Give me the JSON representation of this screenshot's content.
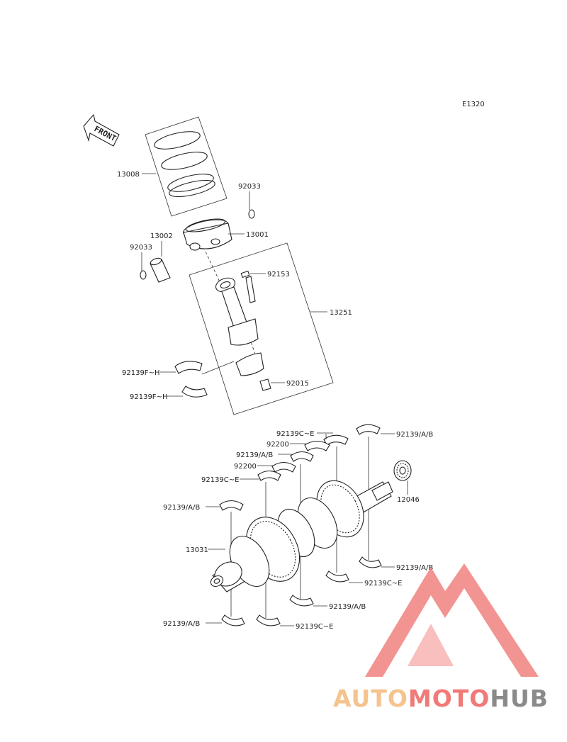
{
  "diagram": {
    "ref_code": "E1320",
    "front_label": "FRONT",
    "labels": {
      "ring_set": "13008",
      "circlip_upper": "92033",
      "piston": "13001",
      "piston_pin": "13002",
      "circlip_lower": "92033",
      "conrod_bolt": "92153",
      "conrod_assy": "13251",
      "conrod_bearing_upper": "92139F~H",
      "conrod_bearing_lower": "92139F~H",
      "conrod_nut": "92015",
      "main_top_1": "92139C~E",
      "main_top_2": "92139/A/B",
      "thrust_1": "92200",
      "main_top_3": "92139/A/B",
      "thrust_2": "92200",
      "main_top_4": "92139C~E",
      "main_top_5": "92139/A/B",
      "gear": "12046",
      "crankshaft": "13031",
      "main_bot_1": "92139/A/B",
      "main_bot_2": "92139C~E",
      "main_bot_3": "92139/A/B",
      "main_bot_4": "92139/A/B",
      "main_bot_5": "92139C~E"
    }
  },
  "watermark": {
    "part1": "AUTO",
    "part2": "MOTO",
    "part3": "HUB",
    "color_light": "#f5c38e",
    "color_mid": "#f07a78",
    "color_dark": "#8a8a8a"
  }
}
